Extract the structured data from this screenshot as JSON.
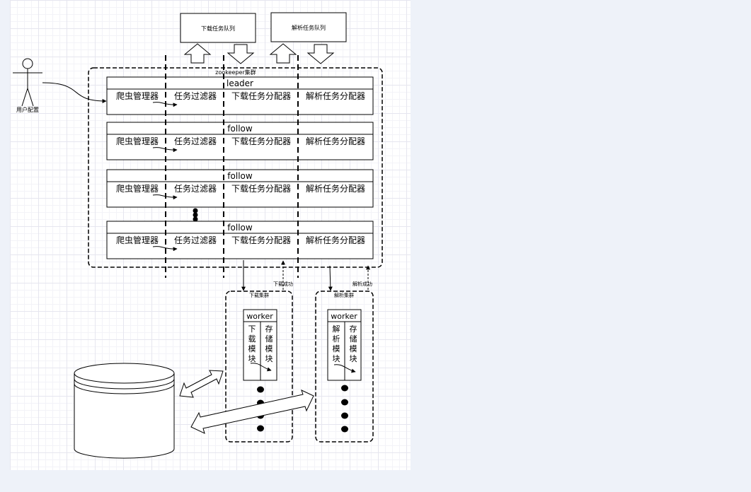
{
  "queues": {
    "download": "下载任务队列",
    "parse": "解析任务队列"
  },
  "actor_label": "用户配置",
  "cluster_label": "zookeeper集群",
  "nodes": [
    {
      "role": "leader"
    },
    {
      "role": "follow"
    },
    {
      "role": "follow"
    },
    {
      "role": "follow"
    }
  ],
  "modules": {
    "crawler": "爬虫管理器",
    "filter": "任务过滤器",
    "download_dispatch": "下载任务分配器",
    "parse_dispatch": "解析任务分配器"
  },
  "download_cluster": {
    "label": "下载集群",
    "success": "下载成功",
    "worker": "worker",
    "module_a": [
      "下",
      "载",
      "模",
      "块"
    ],
    "module_b": [
      "存",
      "储",
      "模",
      "块"
    ]
  },
  "parse_cluster": {
    "label": "解析集群",
    "success": "解析成功",
    "worker": "worker",
    "module_a": [
      "解",
      "析",
      "模",
      "块"
    ],
    "module_b": [
      "存",
      "储",
      "模",
      "块"
    ]
  },
  "colors": {
    "stroke": "#000000",
    "grid": "#e6e6ef",
    "background": "#eef2f9"
  }
}
